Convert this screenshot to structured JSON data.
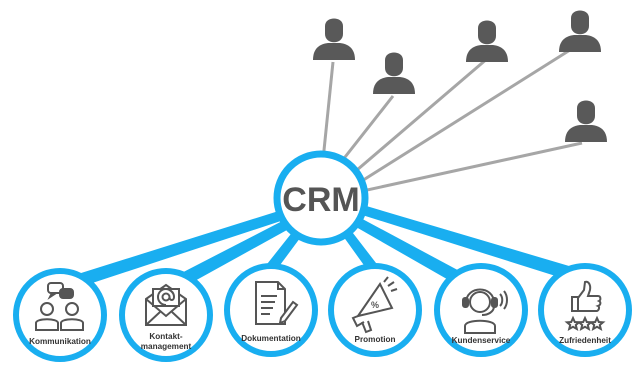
{
  "hub": {
    "label": "CRM"
  },
  "modules": [
    {
      "id": "kommunikation",
      "label_lines": [
        "Kommunikation"
      ],
      "icon": "people-chat-icon"
    },
    {
      "id": "kontaktmanagement",
      "label_lines": [
        "Kontakt-",
        "management"
      ],
      "icon": "email-at-envelope-icon"
    },
    {
      "id": "dokumentation",
      "label_lines": [
        "Dokumentation"
      ],
      "icon": "document-pen-icon"
    },
    {
      "id": "promotion",
      "label_lines": [
        "Promotion"
      ],
      "icon": "megaphone-percent-icon"
    },
    {
      "id": "kundenservice",
      "label_lines": [
        "Kundenservice"
      ],
      "icon": "headset-agent-icon"
    },
    {
      "id": "zufriedenheit",
      "label_lines": [
        "Zufriedenheit"
      ],
      "icon": "thumbs-up-stars-icon"
    }
  ],
  "customers": [
    {
      "id": "customer-1"
    },
    {
      "id": "customer-2"
    },
    {
      "id": "customer-3"
    },
    {
      "id": "customer-4"
    },
    {
      "id": "customer-5"
    }
  ],
  "colors": {
    "accent": "#19aef0",
    "hub_text": "#555555",
    "customer": "#595959",
    "customer_link": "#a6a6a6",
    "icon": "#555555"
  }
}
